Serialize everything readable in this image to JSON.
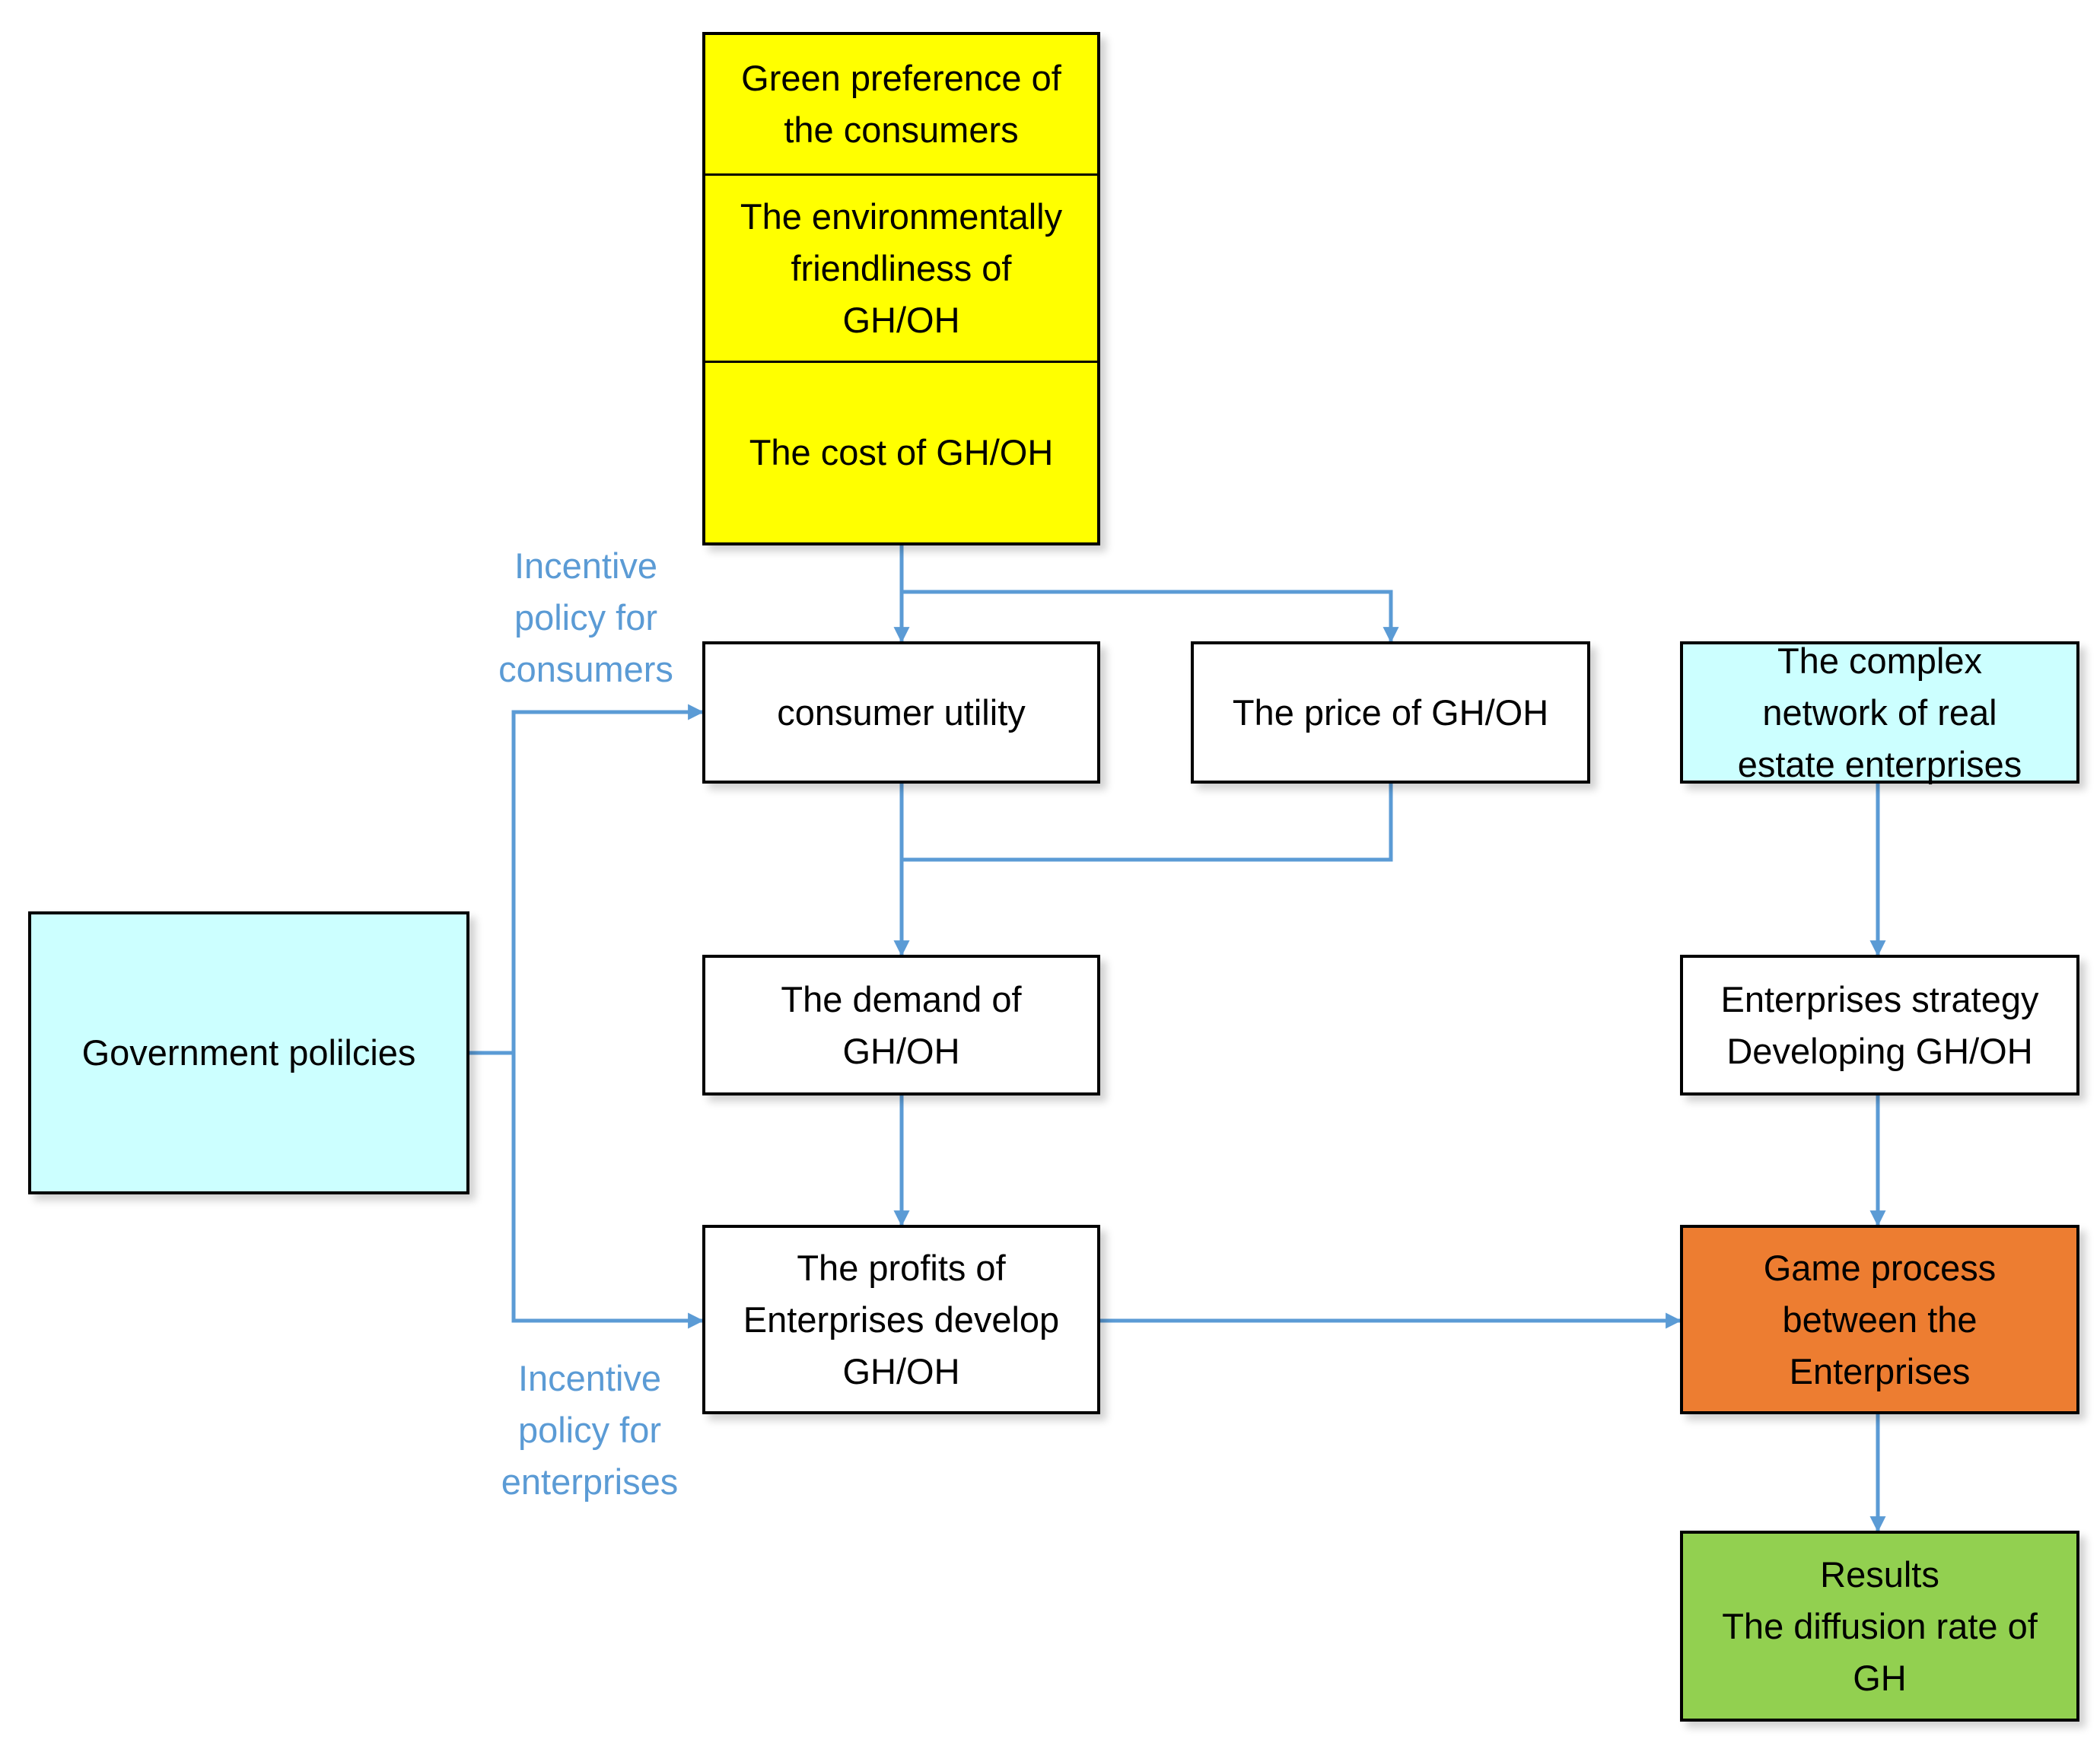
{
  "colors": {
    "arrow": "#5b9bd5",
    "yellow": "#ffff00",
    "light_cyan": "#ccffff",
    "orange": "#ed7d31",
    "green": "#92d050",
    "white": "#ffffff"
  },
  "nodes": {
    "green_preference": [
      "Green preference of",
      "the consumers"
    ],
    "environmental_friendliness": [
      "The environmentally",
      "friendliness of",
      "GH/OH"
    ],
    "cost": [
      "The cost of GH/OH"
    ],
    "consumer_utility": [
      "consumer utility"
    ],
    "price": [
      "The price of GH/OH"
    ],
    "complex_network": [
      "The complex",
      "network of real",
      "estate enterprises"
    ],
    "government": [
      "Government polilcies"
    ],
    "demand": [
      "The demand of",
      "GH/OH"
    ],
    "strategy": [
      "Enterprises strategy",
      "Developing GH/OH"
    ],
    "profits": [
      "The profits of",
      "Enterprises develop",
      "GH/OH"
    ],
    "game": [
      "Game process",
      "between the",
      "Enterprises"
    ],
    "results": [
      "Results",
      "The diffusion rate of",
      "GH"
    ]
  },
  "labels": {
    "incentive_consumers": [
      "Incentive",
      "policy for",
      "consumers"
    ],
    "incentive_enterprises": [
      "Incentive",
      "policy for",
      "enterprises"
    ]
  }
}
